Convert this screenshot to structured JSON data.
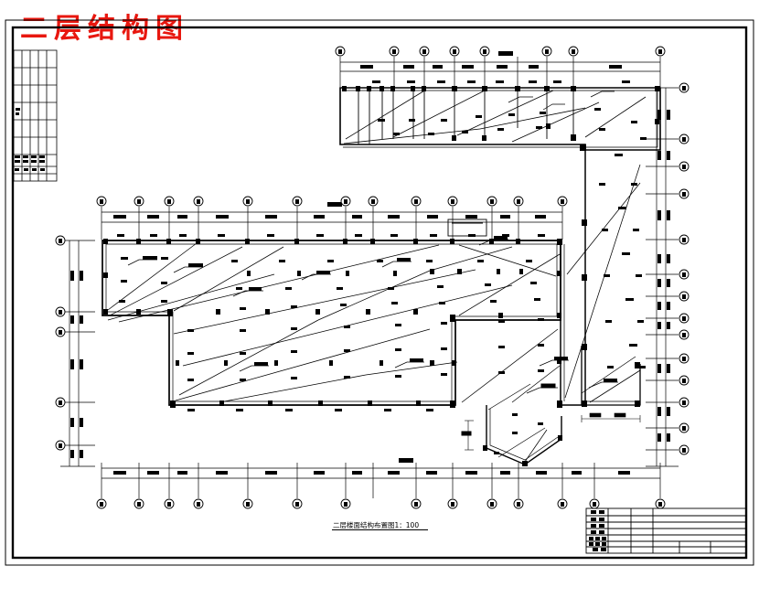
{
  "document": {
    "title_red": "二层结构图",
    "drawing_caption": "二层楼面结构布置图1：100",
    "sheet_border": {
      "outer_color": "#000000",
      "inner_color": "#000000"
    }
  },
  "left_margin_table": {
    "name": "left-margin-stamp",
    "rows": [
      "",
      "",
      "",
      "",
      "",
      "",
      "",
      "",
      "",
      ""
    ],
    "labels": [
      "图号",
      "",
      "",
      "",
      "",
      "",
      "",
      "",
      "会签栏",
      "日期"
    ]
  },
  "title_block": {
    "left_labels": [
      "设 计",
      "制 图",
      "校 对",
      "审 核",
      "工程负责人",
      "项目负责人",
      "审定"
    ],
    "right_cells": [
      "",
      "",
      "",
      "",
      "",
      "",
      ""
    ]
  },
  "plan": {
    "name": "second-floor-structural-plan",
    "scale": "1:100",
    "grids_top_wing": [
      "9",
      "10",
      "11",
      "12",
      "13",
      "16",
      "18"
    ],
    "grids_top_main": [
      "1",
      "2",
      "3",
      "4",
      "5",
      "6",
      "7",
      "8",
      "9",
      "10",
      "11",
      "12"
    ],
    "grids_bottom": [
      "1",
      "2",
      "3",
      "4",
      "5",
      "6",
      "7",
      "8",
      "9",
      "10",
      "11",
      "12",
      "13",
      "14",
      "15"
    ],
    "grids_left": [
      "D",
      "C",
      "B",
      "A",
      "E"
    ],
    "grids_right": [
      "D",
      "C",
      "B",
      "A",
      "H",
      "G",
      "F",
      "E",
      "K",
      "J",
      "M",
      "L"
    ],
    "dims_top_wing": [
      "7800",
      "4800",
      "2700",
      "3600",
      "4800",
      "2700",
      "7800"
    ],
    "dims_top_wing_total": "34200",
    "dims_top_main": [
      "7800",
      "4800",
      "2700",
      "4800",
      "4800",
      "4800",
      "4800",
      "4800",
      "4800",
      "4800",
      "3600",
      "3600"
    ],
    "dims_top_main_total": "57600",
    "dims_bottom": [
      "7200",
      "4800",
      "3600",
      "4800",
      "4800",
      "4800",
      "4800",
      "4800",
      "4800",
      "3600",
      "3600",
      "2700",
      "7800"
    ],
    "dims_bottom_total": "57600",
    "dims_left": [
      "7500",
      "5400",
      "7800",
      "4500",
      "2700"
    ],
    "dims_right": [
      "5400",
      "5400",
      "6000",
      "6000",
      "3600",
      "3600",
      "5400",
      "5400",
      "3600",
      "3600",
      "4500",
      "2700"
    ],
    "beam_labels": [
      "L1",
      "L2",
      "L3",
      "L4",
      "L5",
      "L6",
      "KL1",
      "KL2",
      "KL3",
      "WKL-1",
      "WKL-2",
      "WKL-3"
    ],
    "slab_labels": [
      "B1",
      "B2",
      "B3",
      "B4"
    ],
    "detail_notes": [
      "1500",
      "2400",
      "1800",
      "7200",
      "3600"
    ]
  },
  "colors": {
    "line": "#000000",
    "title_red": "#e8170f",
    "background": "#ffffff"
  }
}
